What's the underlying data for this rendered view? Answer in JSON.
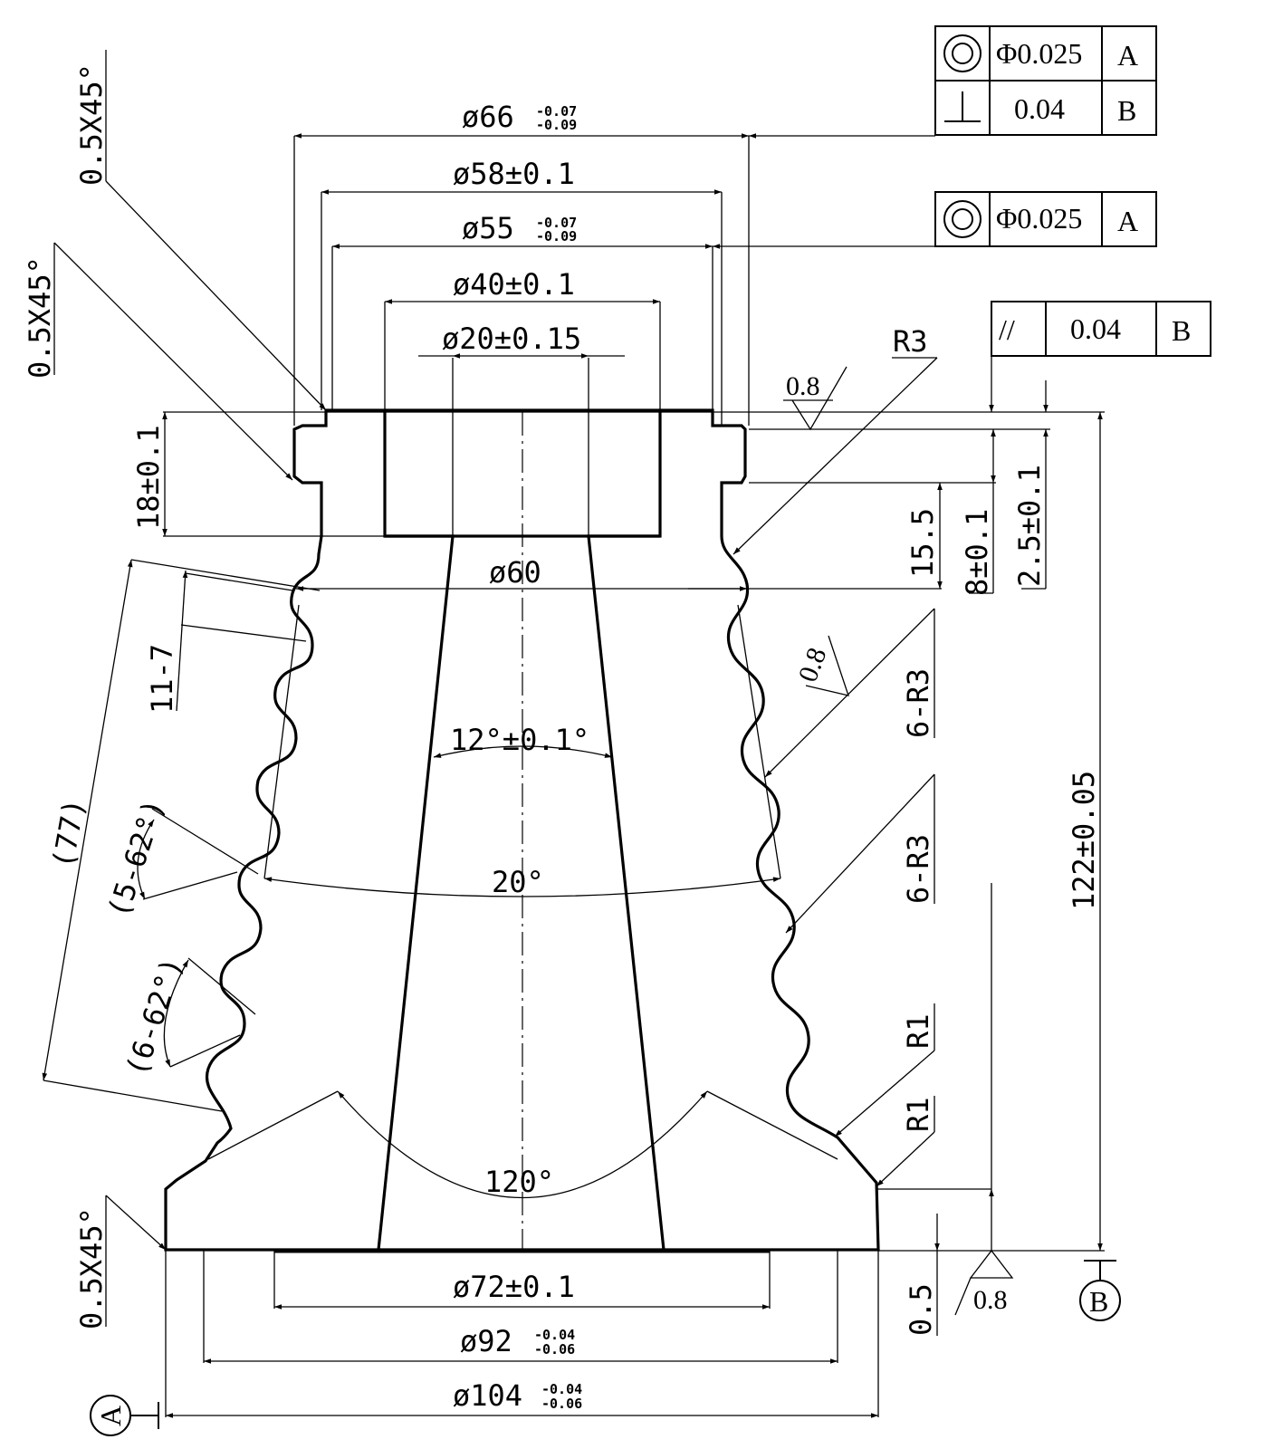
{
  "dimensions": {
    "d66": {
      "base": "ø66",
      "upper": "-0.07",
      "lower": "-0.09"
    },
    "d58": "ø58±0.1",
    "d55": {
      "base": "ø55",
      "upper": "-0.07",
      "lower": "-0.09"
    },
    "d40": "ø40±0.1",
    "d20": "ø20±0.15",
    "d60": "ø60",
    "d72": "ø72±0.1",
    "d92": {
      "base": "ø92",
      "upper": "-0.04",
      "lower": "-0.06"
    },
    "d104": {
      "base": "ø104",
      "upper": "-0.04",
      "lower": "-0.06"
    },
    "h18": "18±0.1",
    "h15_5": "15.5",
    "h8": "8±0.1",
    "h2_5": "2.5±0.1",
    "h122": "122±0.05",
    "h0_5": "0.5",
    "len77": "(77)",
    "pitch": "11-7",
    "angle12": "12°±0.1°",
    "angle20": "20°",
    "angle120": "120°",
    "angle5": "(5-62°)",
    "angle6": "(6-62°)"
  },
  "callouts": {
    "chamfer_top": "0.5X45°",
    "chamfer_mid": "0.5X45°",
    "chamfer_bottom": "0.5X45°",
    "r3": "R3",
    "r3_group1": "6-R3",
    "r3_group2": "6-R3",
    "r1_a": "R1",
    "r1_b": "R1"
  },
  "roughness": {
    "top": "0.8",
    "side": "0.8",
    "bottom": "0.8"
  },
  "tolerance_frames": [
    {
      "symbol": "concentricity-icon",
      "value": "Φ0.025",
      "datum": "A"
    },
    {
      "symbol": "perpendicularity-icon",
      "value": "0.04",
      "datum": "B"
    },
    {
      "symbol": "concentricity-icon",
      "value": "Φ0.025",
      "datum": "A"
    },
    {
      "symbol": "parallelism-icon",
      "value": "0.04",
      "datum": "B"
    }
  ],
  "parallel_symbol": "//",
  "datums": {
    "a": "A",
    "b": "B"
  }
}
